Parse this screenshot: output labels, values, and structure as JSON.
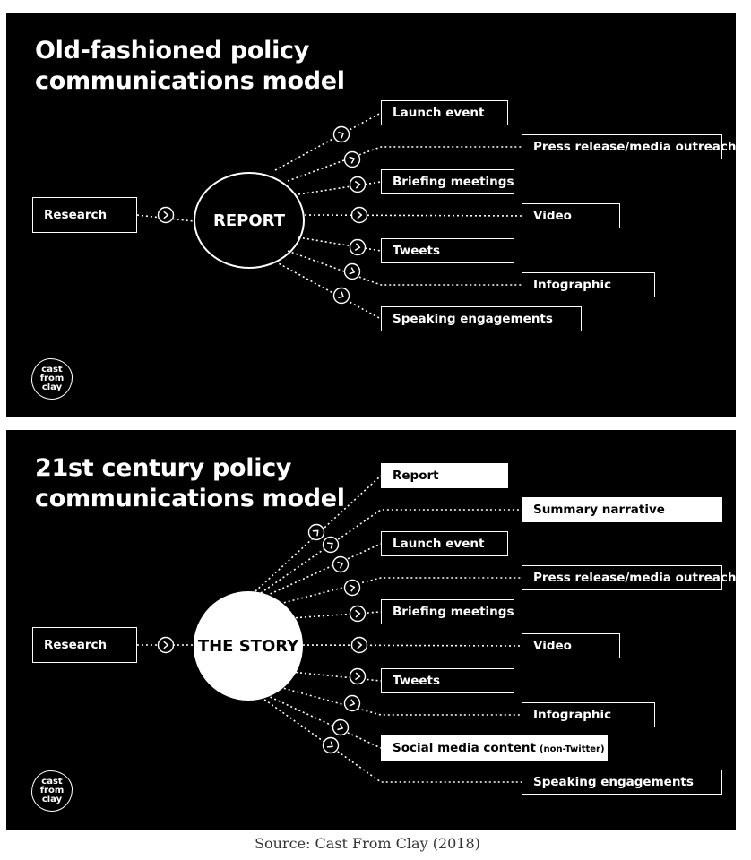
{
  "panels": [
    {
      "title_lines": [
        "Old-fashioned policy",
        "communications model"
      ],
      "research_label": "Research",
      "hub_label": "REPORT",
      "outputs": [
        "Launch event",
        "Press release/media outreach",
        "Briefing meetings",
        "Video",
        "Tweets",
        "Infographic",
        "Speaking engagements"
      ],
      "logo_lines": [
        "cast",
        "from",
        "clay"
      ]
    },
    {
      "title_lines": [
        "21st century policy",
        "communications model"
      ],
      "research_label": "Research",
      "hub_label": "THE STORY",
      "outputs": [
        "Report",
        "Summary narrative",
        "Launch event",
        "Press release/media outreach",
        "Briefing meetings",
        "Video",
        "Tweets",
        "Infographic",
        "Social media content",
        "Speaking engagements"
      ],
      "outputs_sub": {
        "8": "(non-Twitter)"
      },
      "logo_lines": [
        "cast",
        "from",
        "clay"
      ]
    }
  ],
  "caption": "Source: Cast From Clay (2018)",
  "colors": {
    "panel_background": "#000000",
    "foreground": "#ffffff",
    "caption_text": "#333333"
  },
  "icons": {
    "link_marker": "chevron-right-circle-icon"
  }
}
